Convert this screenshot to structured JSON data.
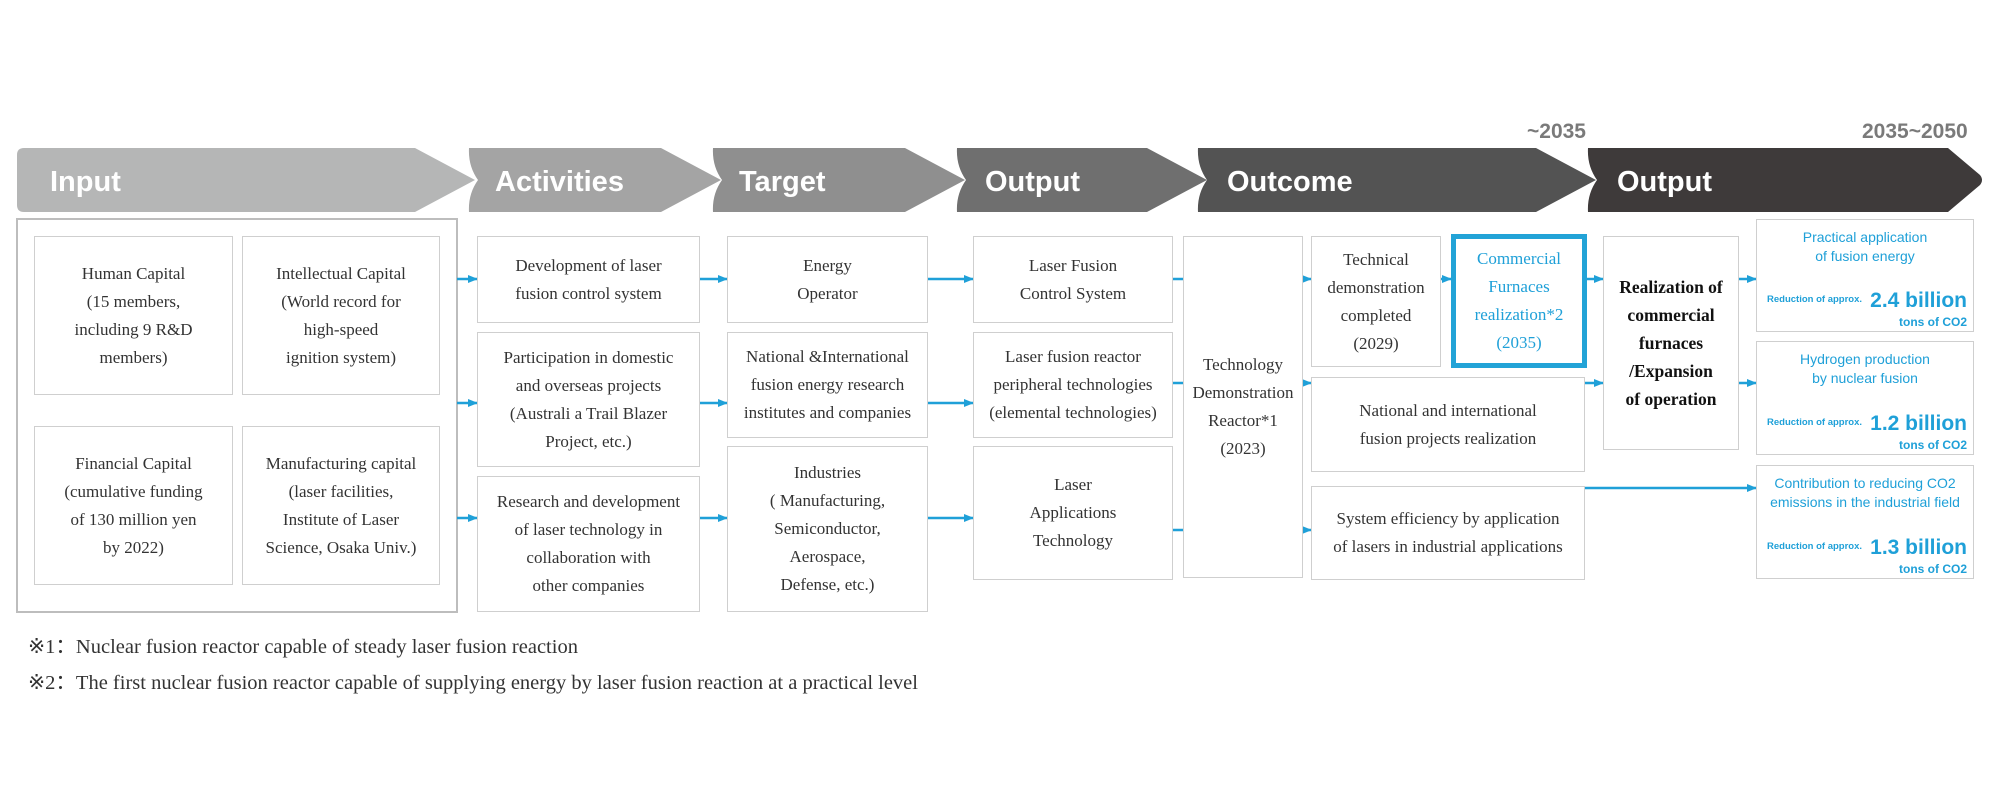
{
  "header": {
    "stages": [
      "Input",
      "Activities",
      "Target",
      "Output",
      "Outcome",
      "Output"
    ],
    "period_1": "~2035",
    "period_2": "2035~2050"
  },
  "input": {
    "human_capital": "Human Capital\n(15 members,\nincluding 9 R&D\nmembers)",
    "intellectual_capital": "Intellectual Capital\n(World record for\nhigh-speed\nignition system)",
    "financial_capital": "Financial Capital\n(cumulative funding\nof 130 million yen\nby 2022)",
    "manufacturing_capital": "Manufacturing capital\n(laser facilities,\nInstitute of Laser\nScience, Osaka Univ.)"
  },
  "activities": [
    "Development of laser\nfusion control system",
    "Participation in domestic\nand overseas projects\n(Australi a Trail Blazer\nProject, etc.)",
    "Research and development\nof laser technology in\ncollaboration with\nother companies"
  ],
  "target": [
    "Energy\nOperator",
    "National &International\nfusion energy research\ninstitutes and companies",
    "Industries\n( Manufacturing,\nSemiconductor,\nAerospace,\nDefense, etc.)"
  ],
  "output": [
    "Laser Fusion\nControl System",
    "Laser fusion reactor\nperipheral technologies\n(elemental technologies)",
    "Laser\nApplications\nTechnology"
  ],
  "outcome": {
    "reactor": "Technology\nDemonstration\nReactor*1\n(2023)",
    "technical_demo": "Technical\ndemonstration\ncompleted\n(2029)",
    "commercial": "Commercial\nFurnaces\nrealization*2\n(2035)",
    "national_projects": "National and international\nfusion projects realization",
    "system_efficiency": "System efficiency by application\nof lasers in industrial applications"
  },
  "final_output": {
    "realization": "Realization of\ncommercial\nfurnaces\n/Expansion\nof operation"
  },
  "results": [
    {
      "title": "Practical application\nof fusion energy",
      "reduction_label": "Reduction of approx.",
      "amount": "2.4 billion",
      "unit": "tons of CO2"
    },
    {
      "title": "Hydrogen production\nby nuclear fusion",
      "reduction_label": "Reduction of approx.",
      "amount": "1.2 billion",
      "unit": "tons of CO2"
    },
    {
      "title": "Contribution to reducing CO2\nemissions in the industrial field",
      "reduction_label": "Reduction of approx.",
      "amount": "1.3 billion",
      "unit": "tons of CO2"
    }
  ],
  "notes": [
    "※1：Nuclear fusion reactor capable of steady laser fusion reaction",
    "※2：The first nuclear fusion reactor capable of supplying energy by laser fusion reaction at a practical level"
  ],
  "colors": {
    "arrow_1": "#b5b6b6",
    "arrow_2": "#a4a4a4",
    "arrow_3": "#8f8f8f",
    "arrow_4": "#6f6f6f",
    "arrow_5": "#535353",
    "arrow_6": "#3e3a3a",
    "accent": "#1fa0d8",
    "box_border": "#cfcfcf"
  }
}
